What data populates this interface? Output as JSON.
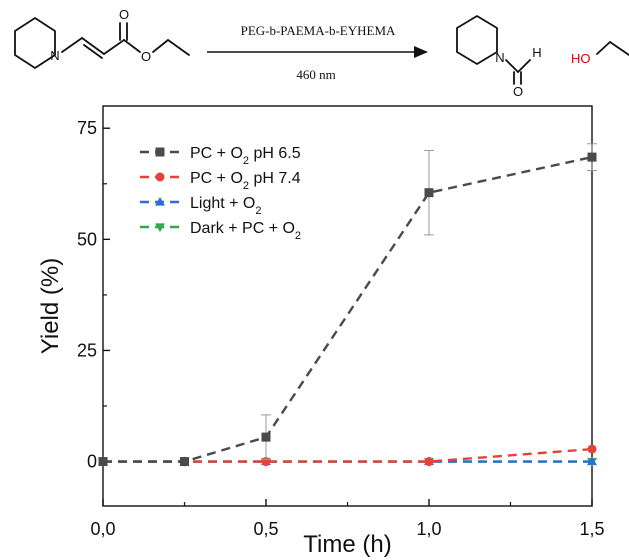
{
  "reaction": {
    "catalyst": "PEG-b-PAEMA-b-EYHEMA",
    "condition": "460 nm",
    "reactant_atoms": {
      "nitrogen": "N",
      "oxygen_carbonyl": "O",
      "oxygen_ester": "O"
    },
    "product_atoms": {
      "nitrogen": "N",
      "hydrogen": "H",
      "oxygen": "O"
    },
    "byproduct_atoms": {
      "hydroxyl": "HO"
    },
    "colors": {
      "bonds": "#111111",
      "hydroxyl": "#e00000"
    }
  },
  "chart_data": {
    "type": "line",
    "xlabel": "Time (h)",
    "ylabel": "Yield (%)",
    "xlim": [
      0,
      1.5
    ],
    "ylim": [
      -10,
      80
    ],
    "xticks": [
      0,
      0.5,
      1.0,
      1.5
    ],
    "xtick_labels": [
      "0,0",
      "0,5",
      "1,0",
      "1,5"
    ],
    "yticks": [
      0,
      25,
      50,
      75
    ],
    "ytick_labels": [
      "0",
      "25",
      "50",
      "75"
    ],
    "grid": false,
    "legend": "top-left",
    "series": [
      {
        "name": "PC + O2 pH 6.5",
        "label_main": "PC + O",
        "label_sub": "2",
        "label_tail": " pH 6.5",
        "color": "#4a4a4a",
        "marker": "square",
        "x": [
          0,
          0.25,
          0.5,
          1.0,
          1.5
        ],
        "y": [
          0,
          0,
          5.5,
          60.5,
          68.5
        ],
        "error": [
          0,
          0,
          5,
          9.5,
          3
        ]
      },
      {
        "name": "PC + O2 pH 7.4",
        "label_main": "PC + O",
        "label_sub": "2",
        "label_tail": " pH 7.4",
        "color": "#e8413a",
        "marker": "circle",
        "x": [
          0,
          0.25,
          0.5,
          1.0,
          1.5
        ],
        "y": [
          0,
          0,
          0,
          0,
          2.8
        ],
        "error": [
          0,
          0,
          0,
          0,
          0
        ]
      },
      {
        "name": "Light + O2",
        "label_main": "Light + O",
        "label_sub": "2",
        "label_tail": "",
        "color": "#2a6fd6",
        "marker": "triangle-up",
        "x": [
          0,
          0.25,
          0.5,
          1.0,
          1.5
        ],
        "y": [
          0,
          0,
          0,
          0,
          0
        ],
        "error": [
          0,
          0,
          0,
          0,
          0
        ]
      },
      {
        "name": "Dark + PC + O2",
        "label_main": "Dark + PC + O",
        "label_sub": "2",
        "label_tail": "",
        "color": "#2eaa4a",
        "marker": "triangle-down",
        "x": [
          0,
          0.25,
          0.5,
          1.0,
          1.5
        ],
        "y": [
          0,
          0,
          0,
          0,
          0
        ],
        "error": [
          0,
          0,
          0,
          0,
          0
        ]
      }
    ]
  }
}
